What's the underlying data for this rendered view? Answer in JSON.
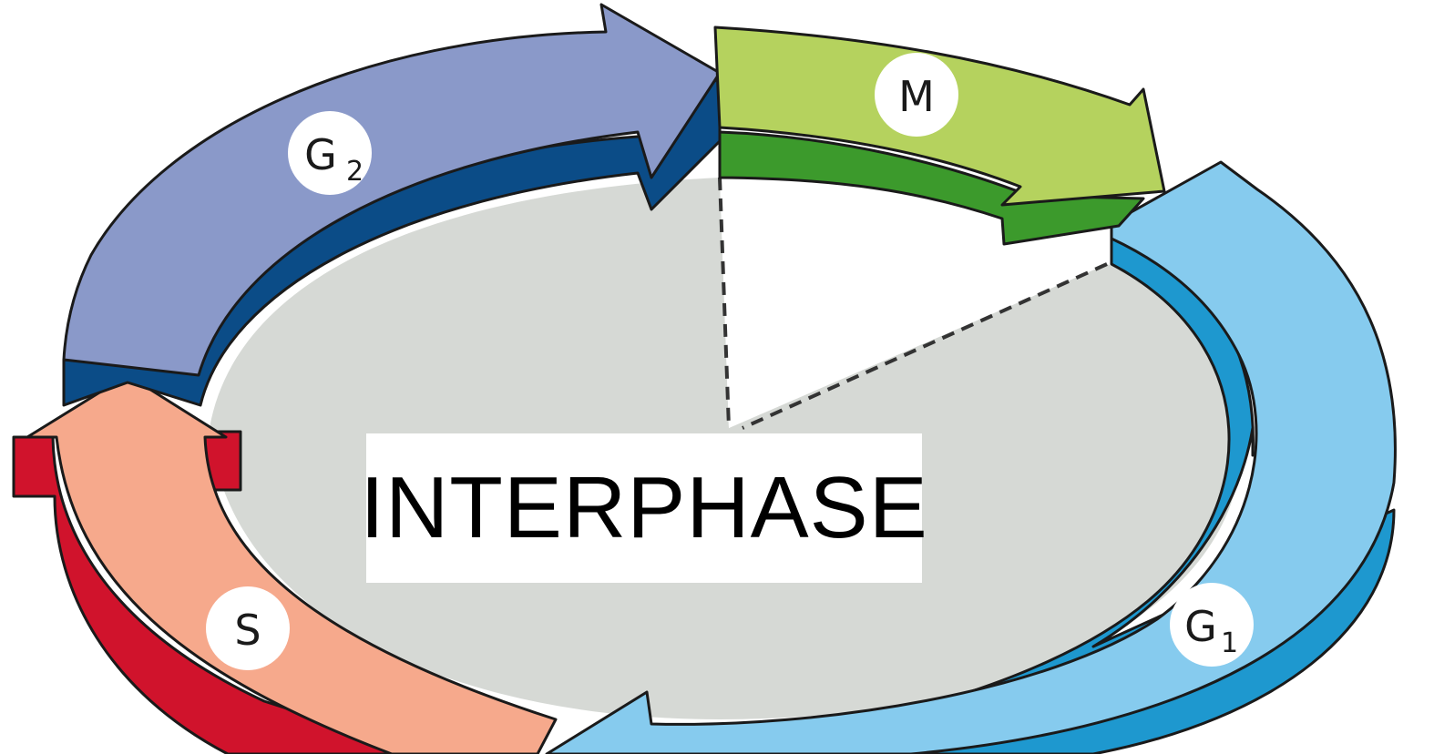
{
  "diagram": {
    "center_label": "INTERPHASE",
    "phases": [
      {
        "id": "m",
        "letter": "M",
        "subscript": ""
      },
      {
        "id": "g1",
        "letter": "G",
        "subscript": "1"
      },
      {
        "id": "s",
        "letter": "S",
        "subscript": ""
      },
      {
        "id": "g2",
        "letter": "G",
        "subscript": "2"
      }
    ],
    "colors": {
      "m_top": "#b5d25e",
      "m_side": "#3c9a2c",
      "g1_top": "#86cbee",
      "g1_side": "#1e98cf",
      "s_top": "#f6a98c",
      "s_side": "#d0132c",
      "g2_top": "#8a99c9",
      "g2_side": "#0b4c87",
      "floor": "#d6d9d5"
    }
  }
}
